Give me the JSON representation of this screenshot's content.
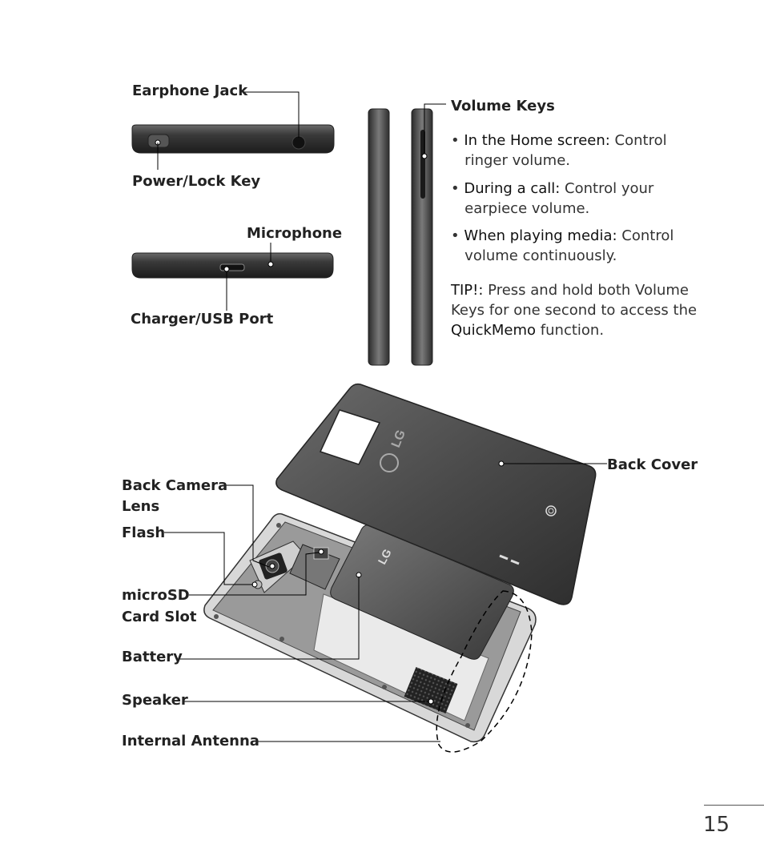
{
  "labels": {
    "earphone_jack": "Earphone Jack",
    "power_lock_key": "Power/Lock Key",
    "microphone": "Microphone",
    "charger_usb_port": "Charger/USB Port",
    "volume_keys": "Volume Keys",
    "back_cover": "Back Cover",
    "back_camera_lens_1": "Back Camera",
    "back_camera_lens_2": "Lens",
    "flash": "Flash",
    "microsd_1": "microSD",
    "microsd_2": "Card Slot",
    "battery": "Battery",
    "speaker": "Speaker",
    "internal_antenna": "Internal Antenna"
  },
  "volume_tips": {
    "home_label": "In the Home screen:",
    "home_text_1": " Control",
    "home_text_2": "ringer volume.",
    "call_label": "During a call:",
    "call_text_1": " Control your",
    "call_text_2": "earpiece volume.",
    "media_label": "When playing media:",
    "media_text_1": " Control",
    "media_text_2": "volume continuously.",
    "tip_label": "TIP!:",
    "tip_text_1": " Press and hold both Volume",
    "tip_text_2": "Keys for one second to access the",
    "tip_brand": "QuickMemo",
    "tip_text_3": " function."
  },
  "page_number": "15"
}
